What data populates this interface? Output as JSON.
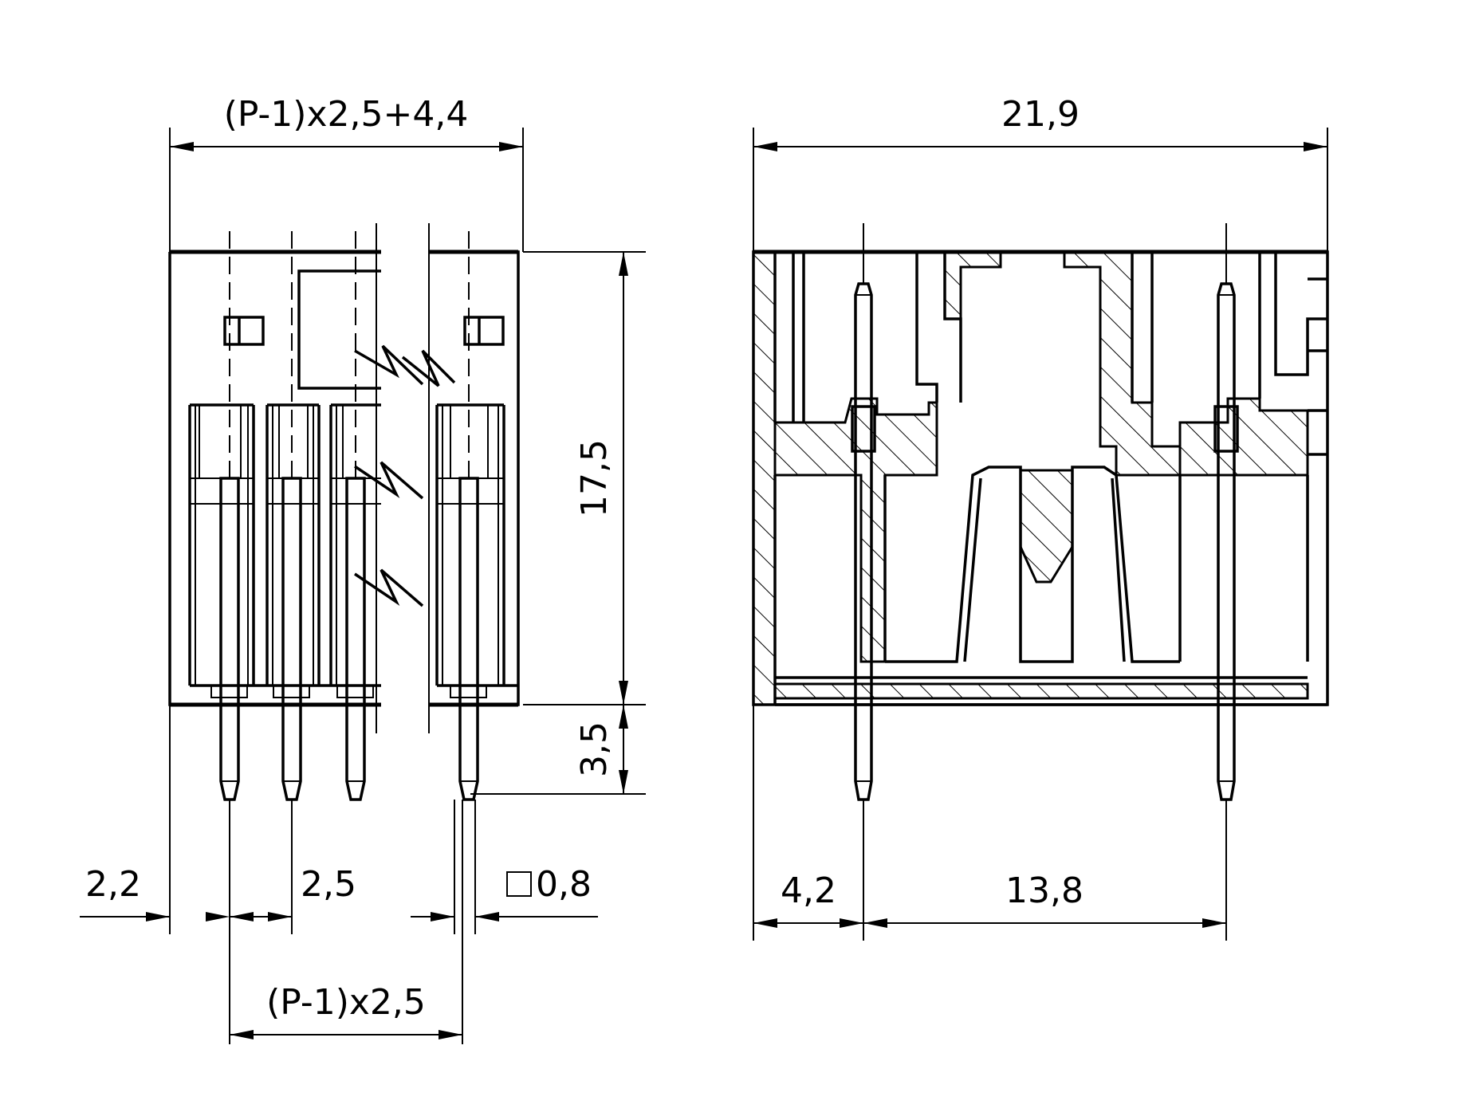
{
  "front_view": {
    "width_dim": "(P-1)x2,5+4,4",
    "height_body_dim": "17,5",
    "height_pin_dim": "3,5",
    "left_offset_dim": "2,2",
    "pitch_dim": "2,5",
    "pin_square_dim": "0,8",
    "pin_span_dim": "(P-1)x2,5"
  },
  "side_view": {
    "width_dim": "21,9",
    "left_offset_dim": "4,2",
    "pin_distance_dim": "13,8"
  }
}
